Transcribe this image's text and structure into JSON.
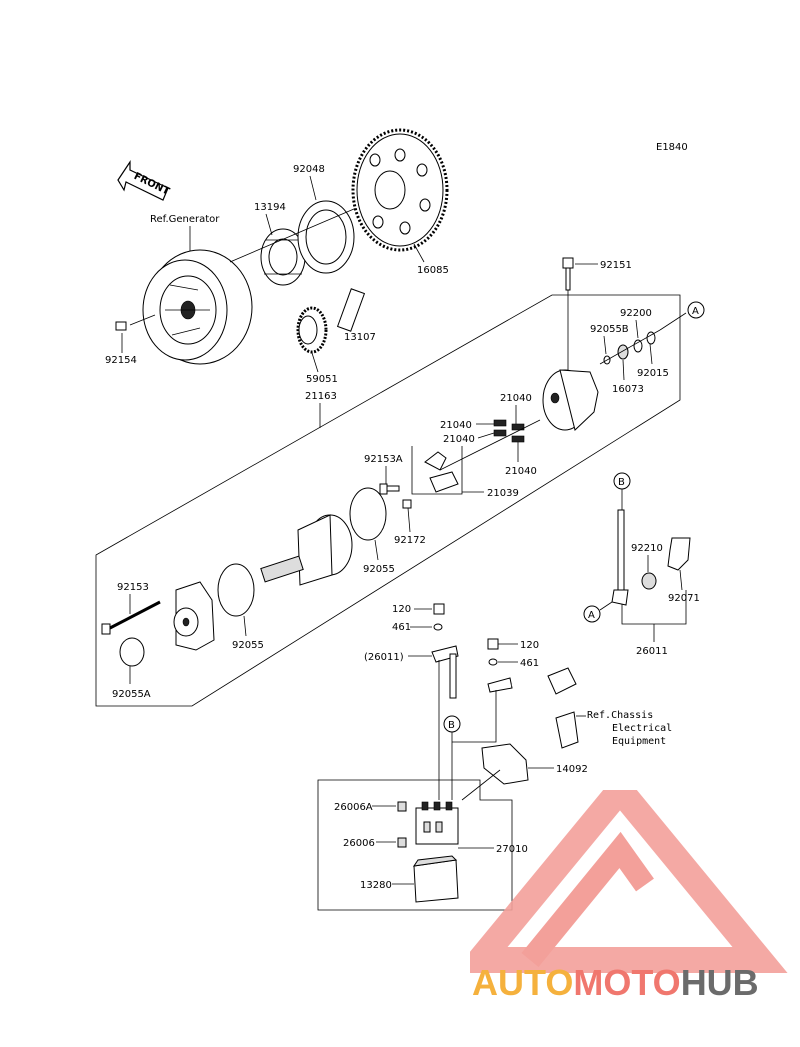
{
  "diagram_code": "E1840",
  "front_label": "FRONT",
  "refs": {
    "generator": "Ref.Generator",
    "chassis_line1": "Ref.Chassis",
    "chassis_line2": "Electrical",
    "chassis_line3": "Equipment"
  },
  "callouts": {
    "a1": "A",
    "a2": "A",
    "b1": "B",
    "b2": "B"
  },
  "parts": {
    "p92048": "92048",
    "p13194": "13194",
    "p16085": "16085",
    "p92154": "92154",
    "p13107": "13107",
    "p59051": "59051",
    "p21163": "21163",
    "p92151": "92151",
    "p92200": "92200",
    "p92055B": "92055B",
    "p92015": "92015",
    "p16073": "16073",
    "p21040a": "21040",
    "p21040b": "21040",
    "p21040c": "21040",
    "p21040d": "21040",
    "p92153A": "92153A",
    "p21039": "21039",
    "p92172": "92172",
    "p92055a": "92055",
    "p92153": "92153",
    "p92055b2": "92055",
    "p92055A": "92055A",
    "p92210": "92210",
    "p92071": "92071",
    "p26011": "26011",
    "p120a": "120",
    "p461a": "461",
    "p26011ref": "(26011)",
    "p120b": "120",
    "p461b": "461",
    "p14092": "14092",
    "p26006A": "26006A",
    "p26006": "26006",
    "p27010": "27010",
    "p13280": "13280"
  },
  "watermark": {
    "part1": "AUTO",
    "part2": "MOTO",
    "part3": "HUB",
    "color1": "#f5b13d",
    "color2": "#f0776e",
    "color3": "#6b6b6b"
  }
}
